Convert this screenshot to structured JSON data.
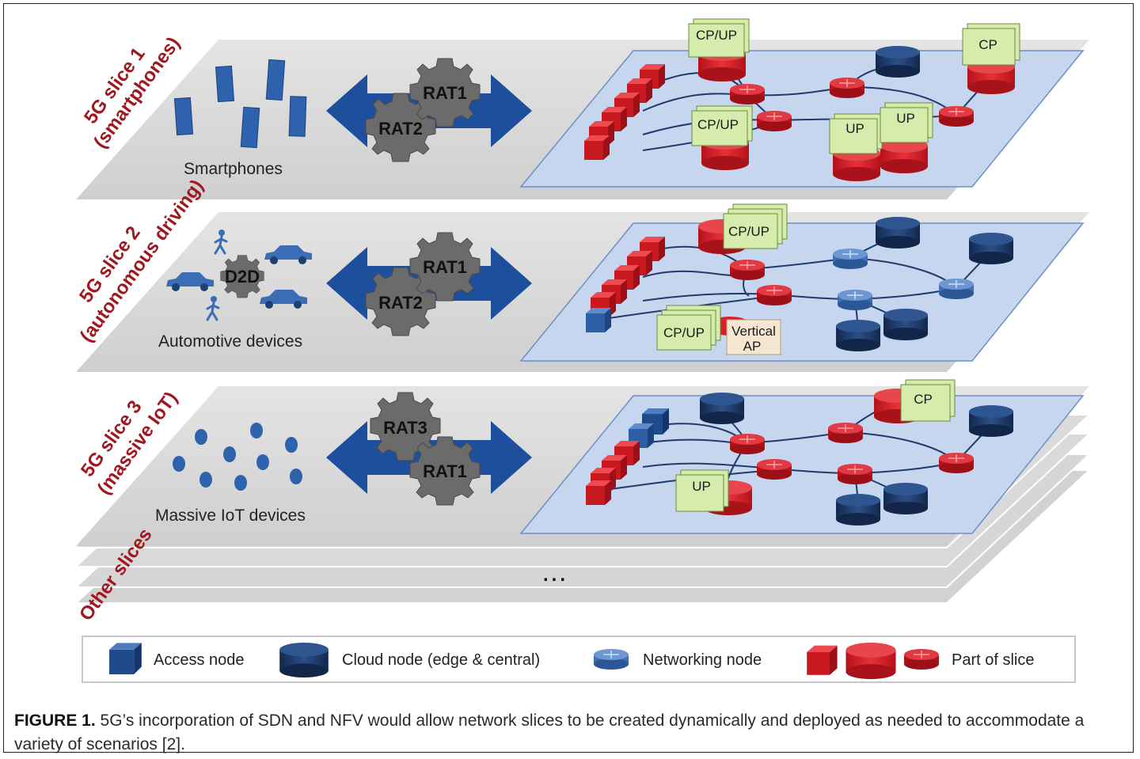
{
  "slices": [
    {
      "label_line1": "5G slice 1",
      "label_line2": "(smartphones)",
      "devices_label": "Smartphones",
      "rats": [
        "RAT1",
        "RAT2"
      ]
    },
    {
      "label_line1": "5G slice 2",
      "label_line2": "(autonomous driving)",
      "devices_label": "Automotive devices",
      "rats": [
        "RAT1",
        "RAT2"
      ],
      "d2d": "D2D"
    },
    {
      "label_line1": "5G slice 3",
      "label_line2": "(massive IoT)",
      "devices_label": "Massive IoT devices",
      "rats": [
        "RAT3",
        "RAT1"
      ]
    }
  ],
  "other_slices": "Other slices",
  "ellipsis": "...",
  "tags": {
    "s1": [
      "CP/UP",
      "CP",
      "CP/UP",
      "UP",
      "UP"
    ],
    "s2": [
      "CP/UP",
      "CP/UP",
      "Vertical",
      "AP"
    ],
    "s3": [
      "CP",
      "UP"
    ]
  },
  "legend": {
    "access": "Access node",
    "cloud": "Cloud node (edge & central)",
    "networking": "Networking node",
    "part": "Part of slice"
  },
  "caption": {
    "label": "FIGURE 1.",
    "text": "5G’s incorporation of SDN and NFV would allow network slices to be created dynamically and deployed as needed to accommodate a variety of scenarios [2]."
  },
  "colors": {
    "slice_red": "#a0181f",
    "node_red": "#d9202a",
    "node_navy": "#1d3b6e",
    "arrow_blue": "#1e4f9c",
    "tag_green": "#d6ecac",
    "plane_gray": "#d8d8d8",
    "panel_blue": "#c6d6ee"
  }
}
